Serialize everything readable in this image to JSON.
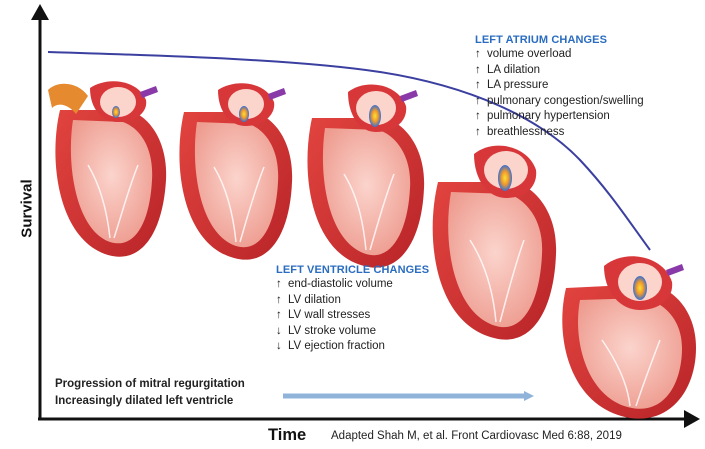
{
  "axes": {
    "y_label": "Survival",
    "x_label": "Time"
  },
  "citation": "Adapted Shah M, et al. Front Cardiovasc Med 6:88, 2019",
  "left_atrium": {
    "title": "LEFT ATRIUM CHANGES",
    "items": [
      {
        "arrow": "↑",
        "text": "volume overload"
      },
      {
        "arrow": "↑",
        "text": "LA dilation"
      },
      {
        "arrow": "↑",
        "text": "LA pressure"
      },
      {
        "arrow": "↑",
        "text": "pulmonary congestion/swelling"
      },
      {
        "arrow": "↑",
        "text": "pulmonary hypertension"
      },
      {
        "arrow": "↑",
        "text": "breathlessness"
      }
    ]
  },
  "left_ventricle": {
    "title": "LEFT VENTRICLE CHANGES",
    "items": [
      {
        "arrow": "↑",
        "text": "end-diastolic volume"
      },
      {
        "arrow": "↑",
        "text": "LV dilation"
      },
      {
        "arrow": "↑",
        "text": "LV wall stresses"
      },
      {
        "arrow": "↓",
        "text": "LV stroke volume"
      },
      {
        "arrow": "↓",
        "text": "LV ejection fraction"
      }
    ]
  },
  "progression": {
    "line1": "Progression of mitral regurgitation",
    "line2": "Increasingly dilated left ventricle"
  },
  "colors": {
    "curve": "#3b3fa0",
    "heading": "#2a6cc0",
    "progress_arrow": "#8fb3d9",
    "heart_outer": "#d8373a",
    "heart_inner": "#f4a9a0",
    "aorta": "#e58a2e",
    "vessel": "#8a3aa8"
  }
}
